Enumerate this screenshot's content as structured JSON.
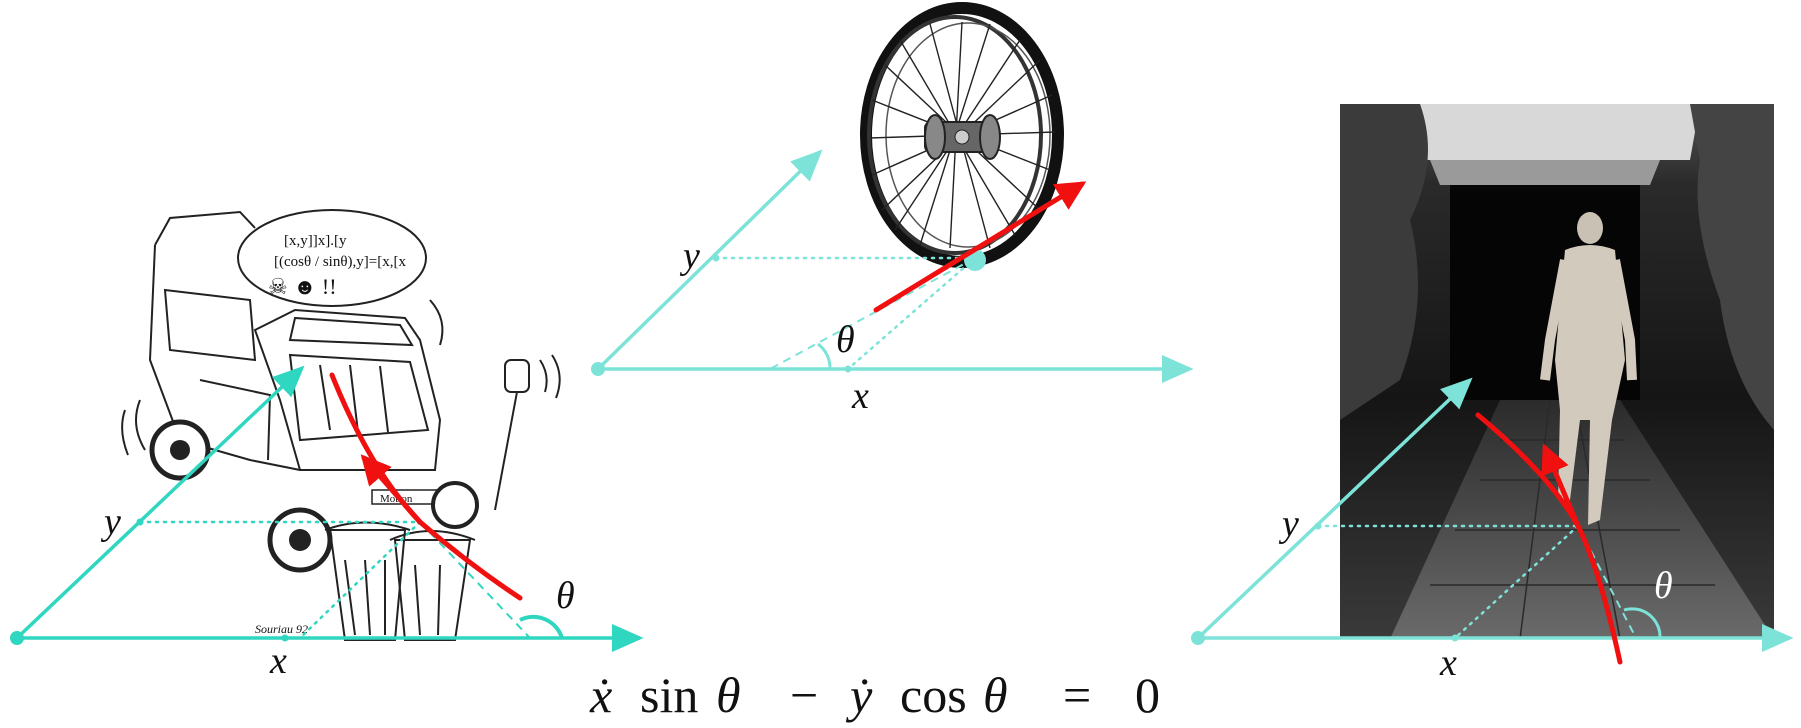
{
  "labels": {
    "x": "x",
    "y": "y",
    "theta": "θ"
  },
  "equation": {
    "xdot": "ẋ",
    "sin": "sin",
    "theta": "θ",
    "minus": "−",
    "ydot": "ẏ",
    "cos": "cos",
    "equals": "=",
    "zero": "0"
  },
  "drawing_text": {
    "bubble_line_1": "[x,y]]x].[y",
    "bubble_line_2": "[(cosθ / sinθ),y]=[x,[x",
    "bubble_symbols": "☠ ☻ !!",
    "car_plate": "Motion",
    "signature": "Souriau 92"
  },
  "colors": {
    "axis": "#2fd6c0",
    "axis_light": "#7de3d8",
    "tangent": "#f01010",
    "photo_dark": "#1a1a1a"
  },
  "icons": [
    "car-sketch",
    "bicycle-wheel",
    "walking-person-photo"
  ]
}
